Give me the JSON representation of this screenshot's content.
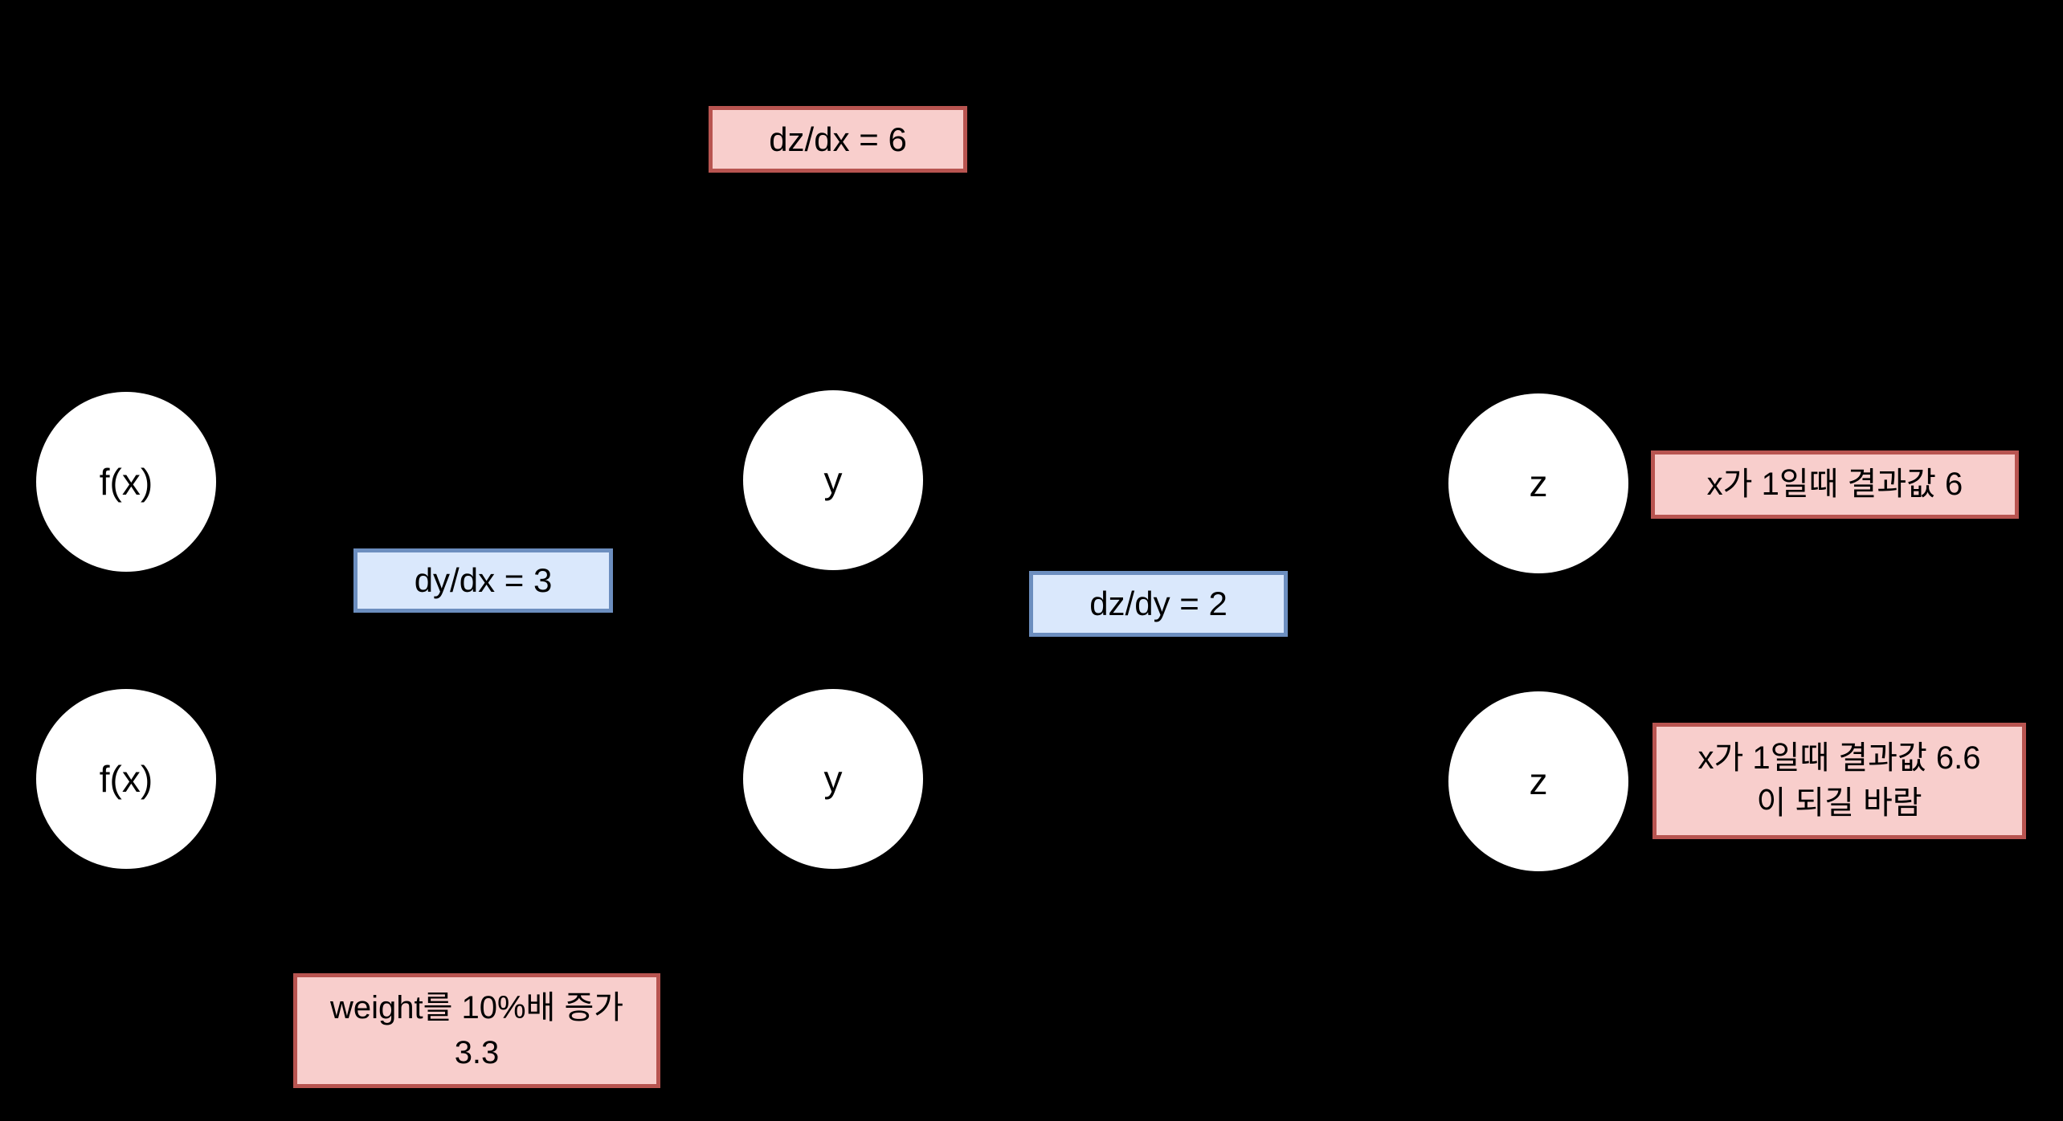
{
  "diagram": {
    "background": "#000000",
    "palette": {
      "node_fill": "#ffffff",
      "node_text": "#000000",
      "red_box_fill": "#f8cecc",
      "red_box_border": "#b85450",
      "blue_box_fill": "#dae8fc",
      "blue_box_border": "#6c8ebf",
      "box_text": "#000000"
    },
    "nodes": {
      "fx_top": {
        "label": "f(x)"
      },
      "y_top": {
        "label": "y"
      },
      "z_top": {
        "label": "z"
      },
      "fx_bottom": {
        "label": "f(x)"
      },
      "y_bottom": {
        "label": "y"
      },
      "z_bottom": {
        "label": "z"
      }
    },
    "labels": {
      "dz_dx": "dz/dx = 6",
      "dy_dx": "dy/dx = 3",
      "dz_dy": "dz/dy = 2",
      "result_top": "x가 1일때 결과값 6",
      "result_bottom_line1": "x가 1일때 결과값 6.6",
      "result_bottom_line2": "이 되길 바람",
      "weight_line1": "weight를 10%배 증가",
      "weight_line2": "3.3"
    }
  }
}
